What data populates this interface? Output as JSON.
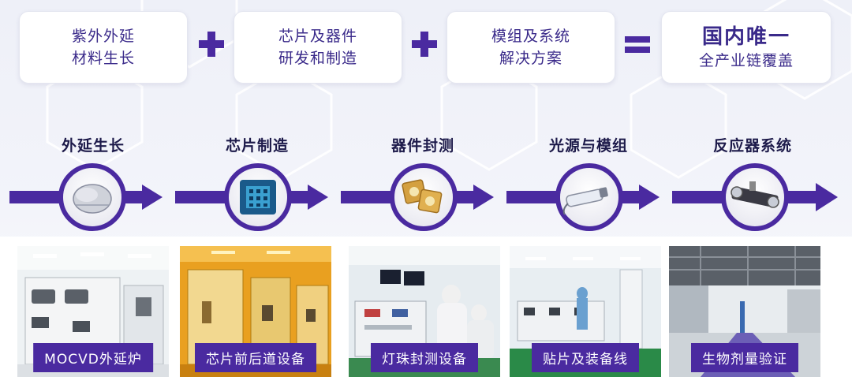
{
  "formula": {
    "item1": {
      "line1": "紫外外延",
      "line2": "材料生长"
    },
    "item2": {
      "line1": "芯片及器件",
      "line2": "研发和制造"
    },
    "item3": {
      "line1": "模组及系统",
      "line2": "解决方案"
    },
    "result": {
      "line1": "国内唯一",
      "line2": "全产业链覆盖"
    },
    "plus_icon": "plus-icon",
    "equals_icon": "equals-icon"
  },
  "steps": [
    {
      "label": "外延生长",
      "icon": "wafer-icon"
    },
    {
      "label": "芯片制造",
      "icon": "chip-icon"
    },
    {
      "label": "器件封测",
      "icon": "led-package-icon"
    },
    {
      "label": "光源与模组",
      "icon": "lamp-module-icon"
    },
    {
      "label": "反应器系统",
      "icon": "reactor-icon"
    }
  ],
  "photos": [
    {
      "caption": "MOCVD外延炉"
    },
    {
      "caption": "芯片前后道设备"
    },
    {
      "caption": "灯珠封测设备"
    },
    {
      "caption": "贴片及装备线"
    },
    {
      "caption": "生物剂量验证"
    }
  ],
  "colors": {
    "brand": "#4a2aa0",
    "text_dark": "#1d1a4a",
    "card_text": "#3a2a8a"
  }
}
